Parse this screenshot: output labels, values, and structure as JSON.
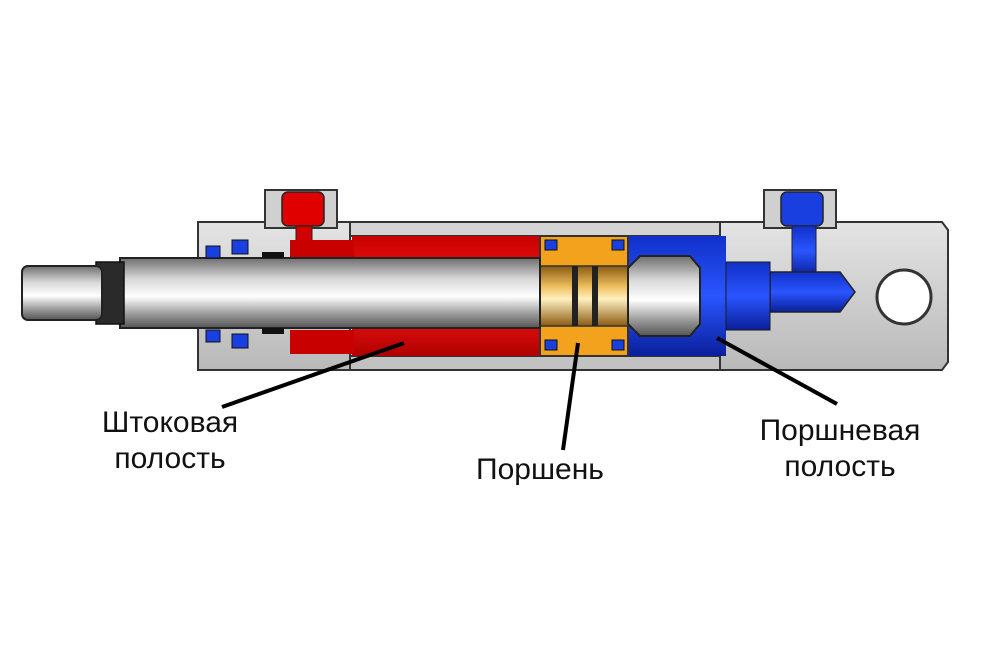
{
  "labels": {
    "rod_chamber": [
      "Штоковая",
      "полость"
    ],
    "piston": [
      "Поршень"
    ],
    "cap_chamber": [
      "Поршневая",
      "полость"
    ]
  },
  "colors": {
    "rod_chamber": "#e60000",
    "cap_chamber": "#0a2fd6",
    "piston": "#f2a21d",
    "housing": "#cfcfcf",
    "rod": "#9a9a9a"
  }
}
